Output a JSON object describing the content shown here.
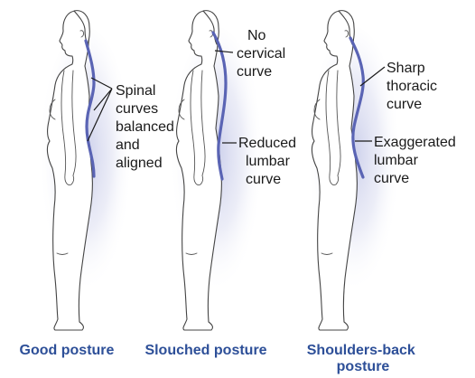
{
  "colors": {
    "spine": "#5a64b4",
    "caption": "#2d4f98",
    "glow": "#c9cdea",
    "label": "#1a1a1a"
  },
  "figures": [
    {
      "caption": "Good posture",
      "labels": [
        {
          "lines": [
            "Spinal",
            "curves",
            "balanced",
            "and",
            "aligned"
          ]
        }
      ]
    },
    {
      "caption": "Slouched posture",
      "labels": [
        {
          "lines": [
            "No",
            "cervical",
            "curve"
          ]
        },
        {
          "lines": [
            "Reduced",
            "lumbar",
            "curve"
          ]
        }
      ]
    },
    {
      "caption": "Shoulders-back posture",
      "caption_lines": [
        "Shoulders-back",
        "posture"
      ],
      "labels": [
        {
          "lines": [
            "Sharp",
            "thoracic",
            "curve"
          ]
        },
        {
          "lines": [
            "Exaggerated",
            "lumbar",
            "curve"
          ]
        }
      ]
    }
  ]
}
